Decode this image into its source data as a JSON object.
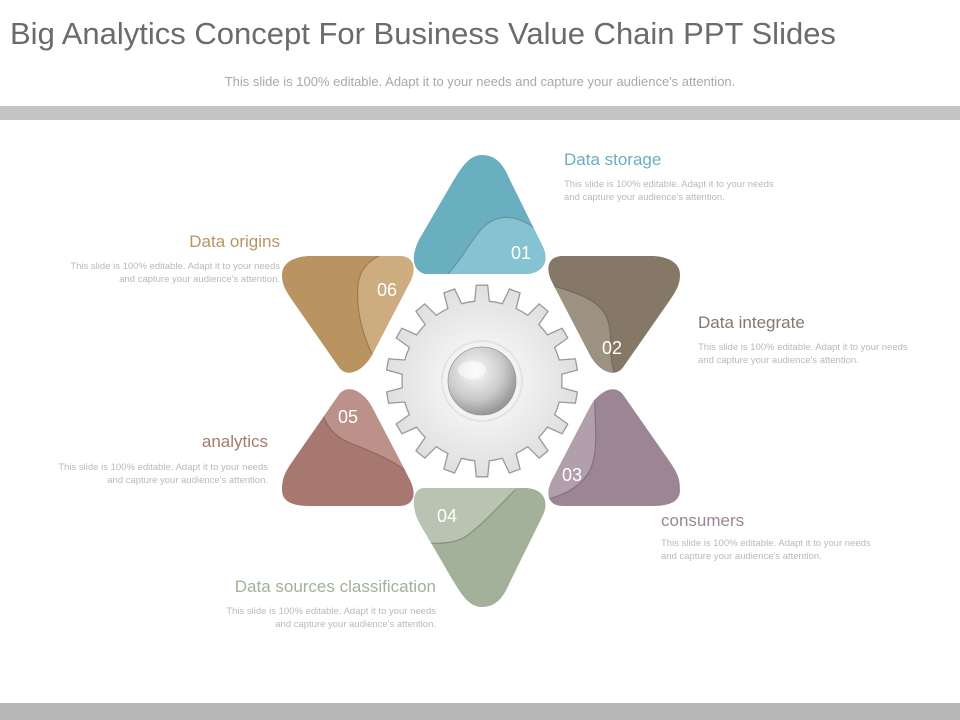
{
  "title": "Big Analytics Concept For Business Value Chain PPT Slides",
  "subtitle": "This slide is 100% editable. Adapt it to your needs and capture your audience's attention.",
  "items": [
    {
      "number": "01",
      "label": "Data storage",
      "description": "This slide is 100% editable. Adapt it to your needs and capture your audience's attention.",
      "color": "#6aafc0",
      "light": "#86c3d2"
    },
    {
      "number": "02",
      "label": "Data integrate",
      "description": "This slide is 100% editable. Adapt it to your needs and capture your audience's attention.",
      "color": "#857866",
      "light": "#9d9282"
    },
    {
      "number": "03",
      "label": "consumers",
      "description": "This slide is 100% editable. Adapt it to your needs and capture your audience's attention.",
      "color": "#9c8696",
      "light": "#b29fac"
    },
    {
      "number": "04",
      "label": "Data sources classification",
      "description": "This slide is 100% editable. Adapt it to your needs and capture your audience's attention.",
      "color": "#a3b09a",
      "light": "#b9c3b1"
    },
    {
      "number": "05",
      "label": "analytics",
      "description": "This slide is 100% editable. Adapt it to your needs and capture your audience's attention.",
      "color": "#a77870",
      "light": "#bb918a"
    },
    {
      "number": "06",
      "label": "Data origins",
      "description": "This slide is 100% editable. Adapt it to your needs and capture your audience's attention.",
      "color": "#b99461",
      "light": "#cdac80"
    }
  ]
}
